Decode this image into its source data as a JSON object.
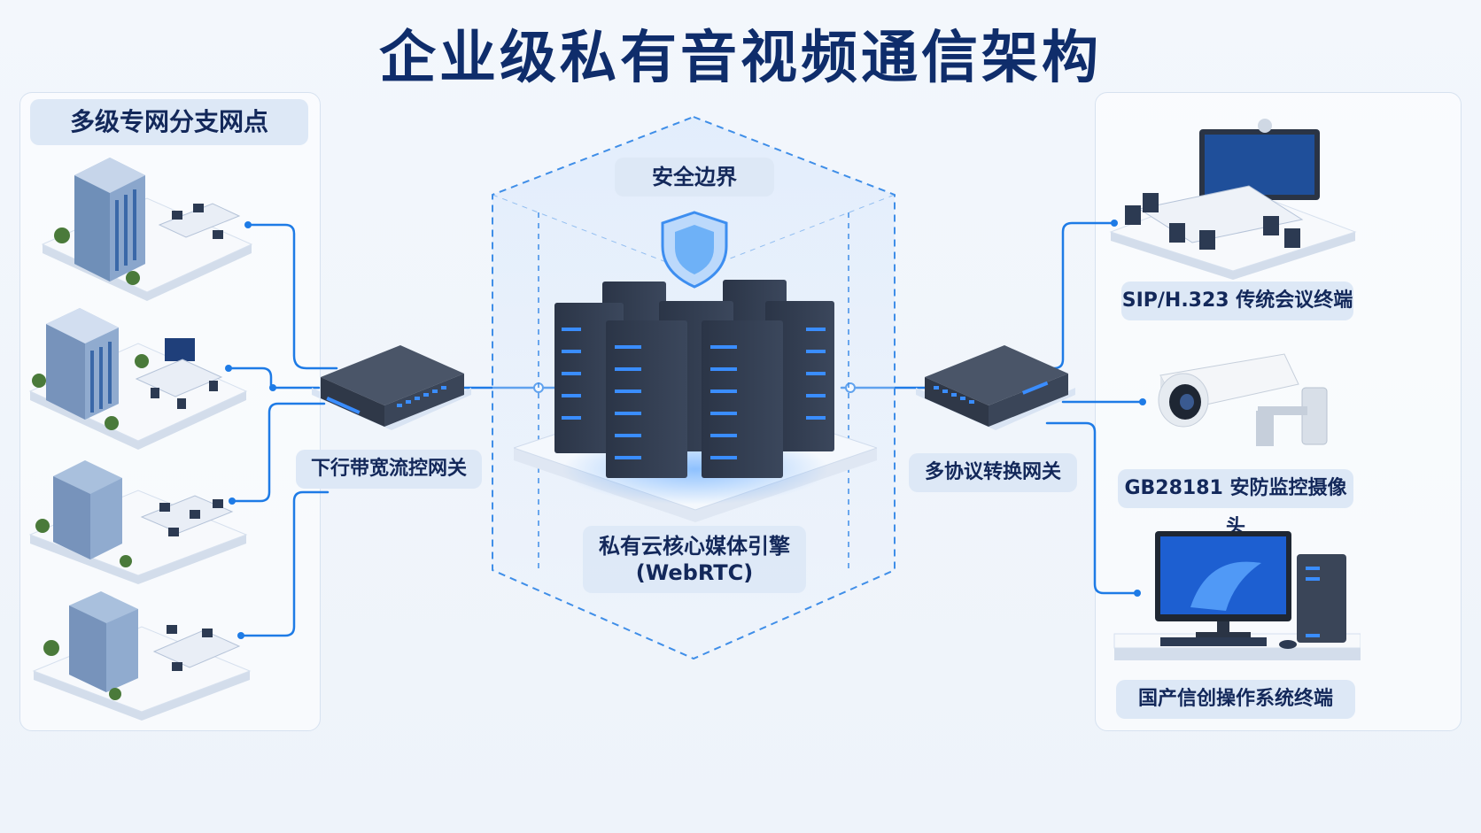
{
  "title": "企业级私有音视频通信架构",
  "left_panel": {
    "title": "多级专网分支网点"
  },
  "downlink_gateway": {
    "label": "下行带宽流控网关"
  },
  "security": {
    "label": "安全边界"
  },
  "core": {
    "line1": "私有云核心媒体引擎",
    "line2": "(WebRTC)"
  },
  "protocol_gateway": {
    "label": "多协议转换网关"
  },
  "endpoints": [
    {
      "label": "SIP/H.323 传统会议终端"
    },
    {
      "label": "GB28181 安防监控摄像头"
    },
    {
      "label": "国产信创操作系统终端"
    }
  ],
  "colors": {
    "title": "#0f2d6b",
    "link": "#1e7be6",
    "label_bg": "#dde8f6",
    "server": "#2b3547",
    "led": "#3a8dff"
  }
}
